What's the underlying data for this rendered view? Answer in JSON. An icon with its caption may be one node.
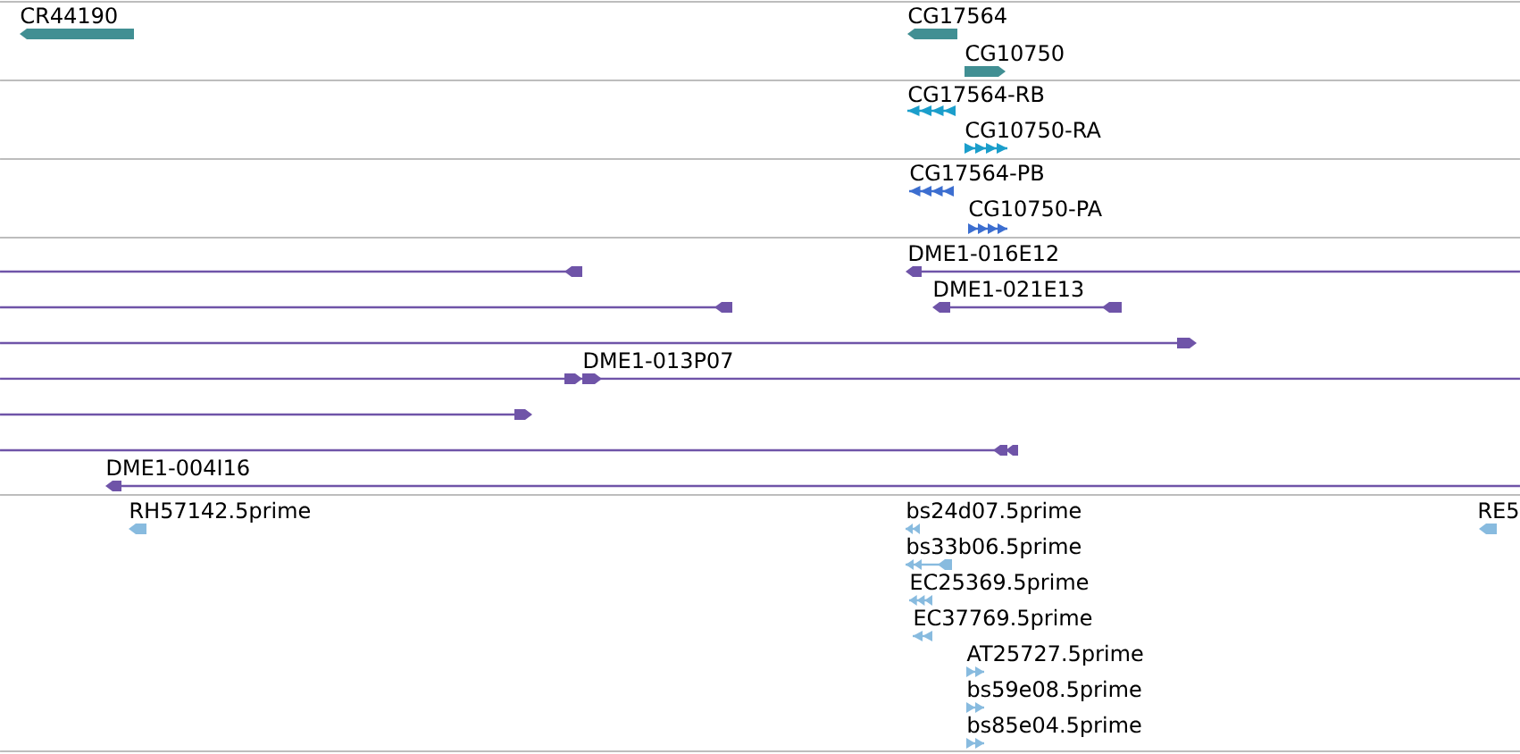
{
  "diagram": {
    "nodes": [
      {
        "text": [
          "CR44190"
        ]
      },
      {
        "text": [
          "CG17564"
        ]
      },
      {
        "text": [
          "CG10750"
        ]
      },
      {
        "text": [
          "CG17564-RB"
        ]
      },
      {
        "text": [
          "CG10750-RA"
        ]
      },
      {
        "text": [
          "CG17564-PB"
        ]
      },
      {
        "text": [
          "CG10750-PA"
        ]
      },
      {
        "text": [],
        "shape": "line"
      },
      {
        "text": [
          "DME1-016E12"
        ]
      },
      {
        "text": [],
        "shape": "line"
      },
      {
        "text": [
          "DME1-021E13"
        ]
      },
      {
        "text": [],
        "shape": "line"
      },
      {
        "text": [
          "DME1-013P07"
        ]
      },
      {
        "text": [],
        "shape": "line"
      },
      {
        "text": [],
        "shape": "line"
      },
      {
        "text": [
          "DME1-004I16"
        ]
      },
      {
        "text": [
          "RH57142.5prime"
        ]
      },
      {
        "text": [
          "bs24d07.5prime"
        ]
      },
      {
        "text": [
          "RE5"
        ]
      },
      {
        "text": [
          "bs33b06.5prime"
        ]
      },
      {
        "text": [
          "EC25369.5prime"
        ]
      },
      {
        "text": [
          "EC37769.5prime"
        ]
      },
      {
        "text": [
          "AT25727.5prime"
        ]
      },
      {
        "text": [
          "bs59e08.5prime"
        ]
      },
      {
        "text": [
          "bs85e04.5prime"
        ]
      }
    ]
  }
}
